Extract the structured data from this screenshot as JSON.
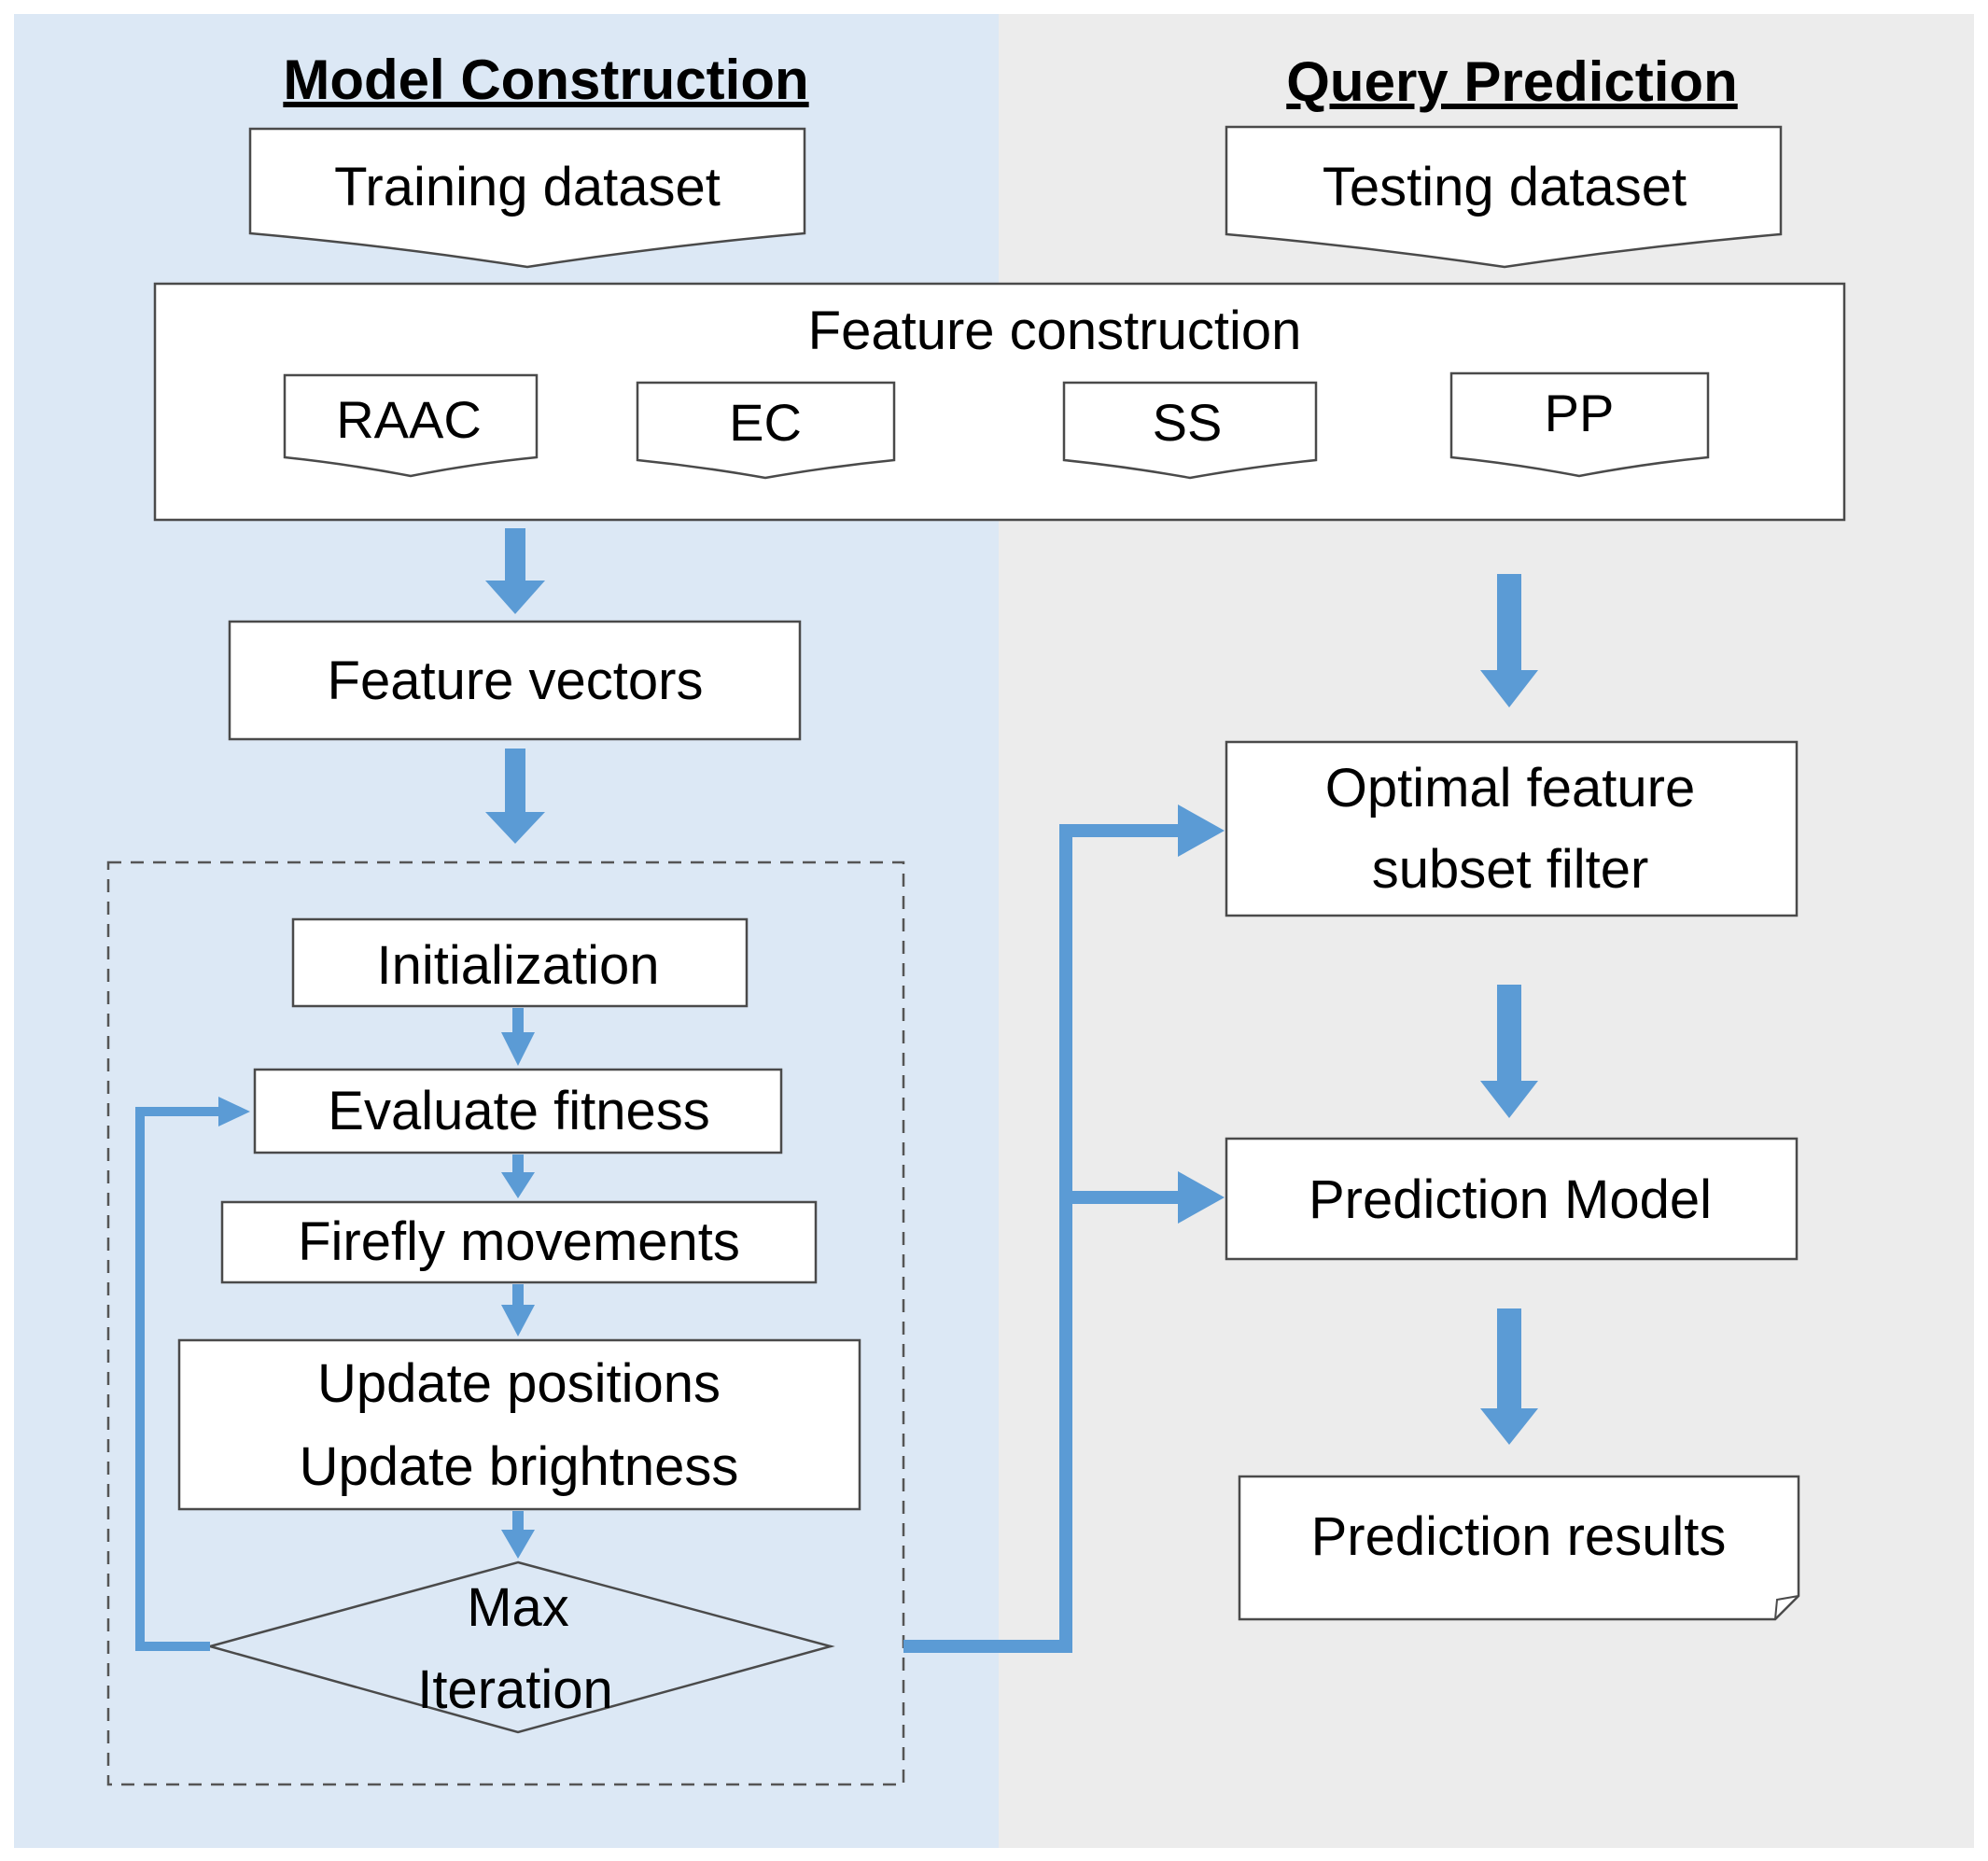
{
  "colors": {
    "left_panel_bg": "#dce8f5",
    "right_panel_bg": "#ececec",
    "arrow": "#5b9bd5",
    "box_fill": "#ffffff",
    "box_stroke": "#4a4a4a"
  },
  "model_construction": {
    "title": "Model Construction",
    "training_dataset": "Training dataset",
    "feature_vectors": "Feature vectors",
    "firefly_loop": {
      "initialization": "Initialization",
      "evaluate_fitness": "Evaluate fitness",
      "firefly_movements": "Firefly movements",
      "update_positions": "Update positions",
      "update_brightness": "Update brightness",
      "max_iteration_line1": "Max",
      "max_iteration_line2": "Iteration"
    }
  },
  "query_prediction": {
    "title": "Query Prediction",
    "testing_dataset": "Testing dataset",
    "optimal_filter_line1": "Optimal feature",
    "optimal_filter_line2": "subset filter",
    "prediction_model": "Prediction Model",
    "prediction_results": "Prediction results"
  },
  "feature_construction": {
    "title": "Feature construction",
    "types": [
      "RAAC",
      "EC",
      "SS",
      "PP"
    ]
  }
}
